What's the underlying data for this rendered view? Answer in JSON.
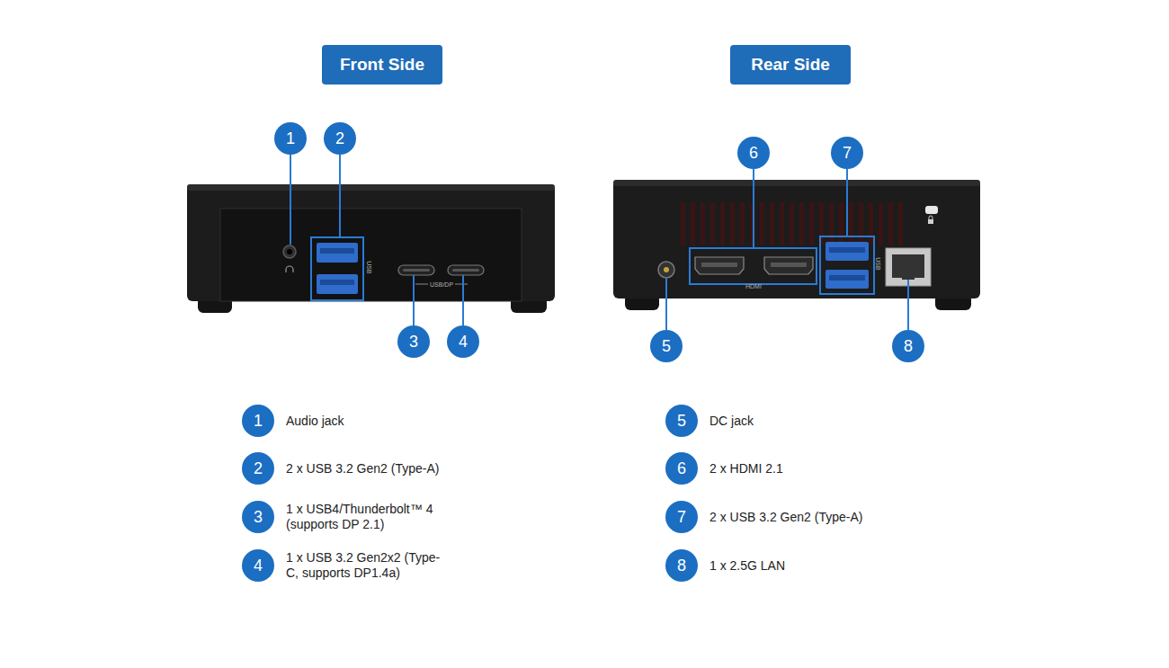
{
  "diagram": {
    "nodes": [
      {
        "text": [
          "Front Side"
        ]
      },
      {
        "text": [
          "Rear Side"
        ]
      },
      {
        "text": [
          "1"
        ]
      },
      {
        "text": [
          "2"
        ]
      },
      {
        "text": [
          "6"
        ]
      },
      {
        "text": [
          "7"
        ]
      },
      {
        "text": [
          "3"
        ]
      },
      {
        "text": [
          "4"
        ]
      },
      {
        "text": [
          "5"
        ]
      },
      {
        "text": [
          "8"
        ]
      },
      {
        "text": [
          "1"
        ]
      },
      {
        "text": [
          "5"
        ]
      },
      {
        "text": [
          "2"
        ]
      },
      {
        "text": [
          "6"
        ]
      },
      {
        "text": [
          "3"
        ]
      },
      {
        "text": [
          "7"
        ]
      },
      {
        "text": [
          "4"
        ]
      },
      {
        "text": [
          "8"
        ]
      }
    ],
    "labels": [
      "USB",
      "USB/DP",
      "HDMI",
      "USB",
      "Audio jack",
      "DC jack",
      "2 x USB 3.2 Gen2 (Type-A)",
      "2 x HDMI 2.1",
      "1 x USB4/Thunderbolt™ 4 (supports DP 2.1)",
      "2 x USB 3.2 Gen2 (Type-A)",
      "1 x USB 3.2 Gen2x2 (Type-C, supports DP1.4a)",
      "1 x 2.5G LAN"
    ]
  }
}
